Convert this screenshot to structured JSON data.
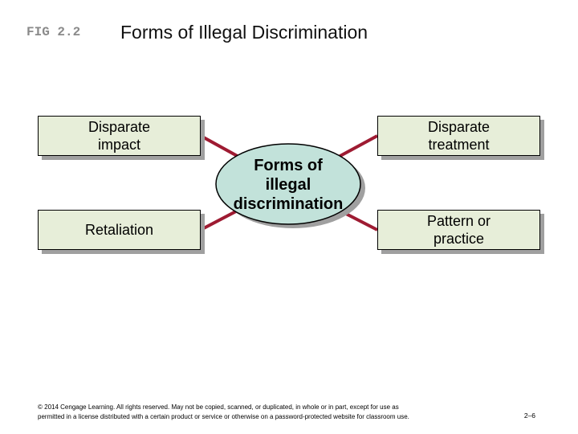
{
  "slide": {
    "fig_label": "FIG 2.2",
    "title": "Forms of Illegal Discrimination"
  },
  "diagram": {
    "type": "radial-concept-diagram",
    "center": {
      "label": "Forms of illegal discrimination",
      "line1": "Forms of",
      "line2": "illegal",
      "line3": "discrimination"
    },
    "boxes": [
      {
        "id": "disparate-impact",
        "label": "Disparate impact",
        "line1": "Disparate",
        "line2": "impact"
      },
      {
        "id": "disparate-treatment",
        "label": "Disparate treatment",
        "line1": "Disparate",
        "line2": "treatment"
      },
      {
        "id": "retaliation",
        "label": "Retaliation",
        "line1": "Retaliation",
        "line2": ""
      },
      {
        "id": "pattern-or-practice",
        "label": "Pattern or practice",
        "line1": "Pattern or",
        "line2": "practice"
      }
    ]
  },
  "footer": {
    "copyright_line1": "© 2014 Cengage Learning. All rights reserved. May not be copied, scanned, or duplicated, in whole or in part, except for use as",
    "copyright_line2": "permitted in a license distributed with a certain product or service or otherwise on a password-protected website for classroom use.",
    "page_number": "2–6"
  },
  "colors": {
    "box_fill": "#e7eed9",
    "ellipse_fill": "#c2e2da",
    "connector_line": "#9e1b32",
    "shadow_gray": "#a0a0a0",
    "fig_label_gray": "#8a8a8a",
    "border_black": "#000000"
  }
}
